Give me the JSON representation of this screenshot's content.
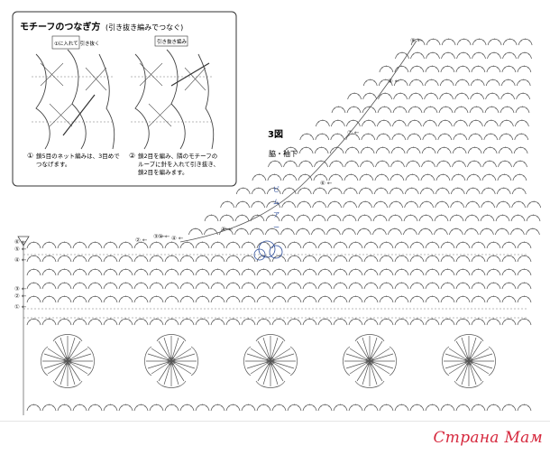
{
  "inset": {
    "title": "モチーフのつなぎ方",
    "title_note": "(引き抜き編みでつなぐ)",
    "label_left": "①に入れて\n引き抜く",
    "label_right": "引き抜き編み",
    "note1_num": "①",
    "note1_line1": "鎖5目のネット編みは、3目めで",
    "note1_line2": "つなげます。",
    "note2_num": "②",
    "note2_line1": "鎖2目を編み、隣のモチーフの",
    "note2_line2": "ループに針を入れて引き抜き、",
    "note2_line3": "鎖2目を編みます。"
  },
  "main": {
    "figure_label": "3図",
    "figure_sub": "脇・袖下",
    "row_marks": [
      "⑨",
      "⑧",
      "⑦",
      "⑥",
      "⑤",
      "④",
      "③",
      "②",
      "①",
      "⑥",
      "⑤",
      "④",
      "③",
      "②",
      "①"
    ]
  },
  "watermark": {
    "text": "Страна Мам",
    "color": "#d6293e"
  }
}
